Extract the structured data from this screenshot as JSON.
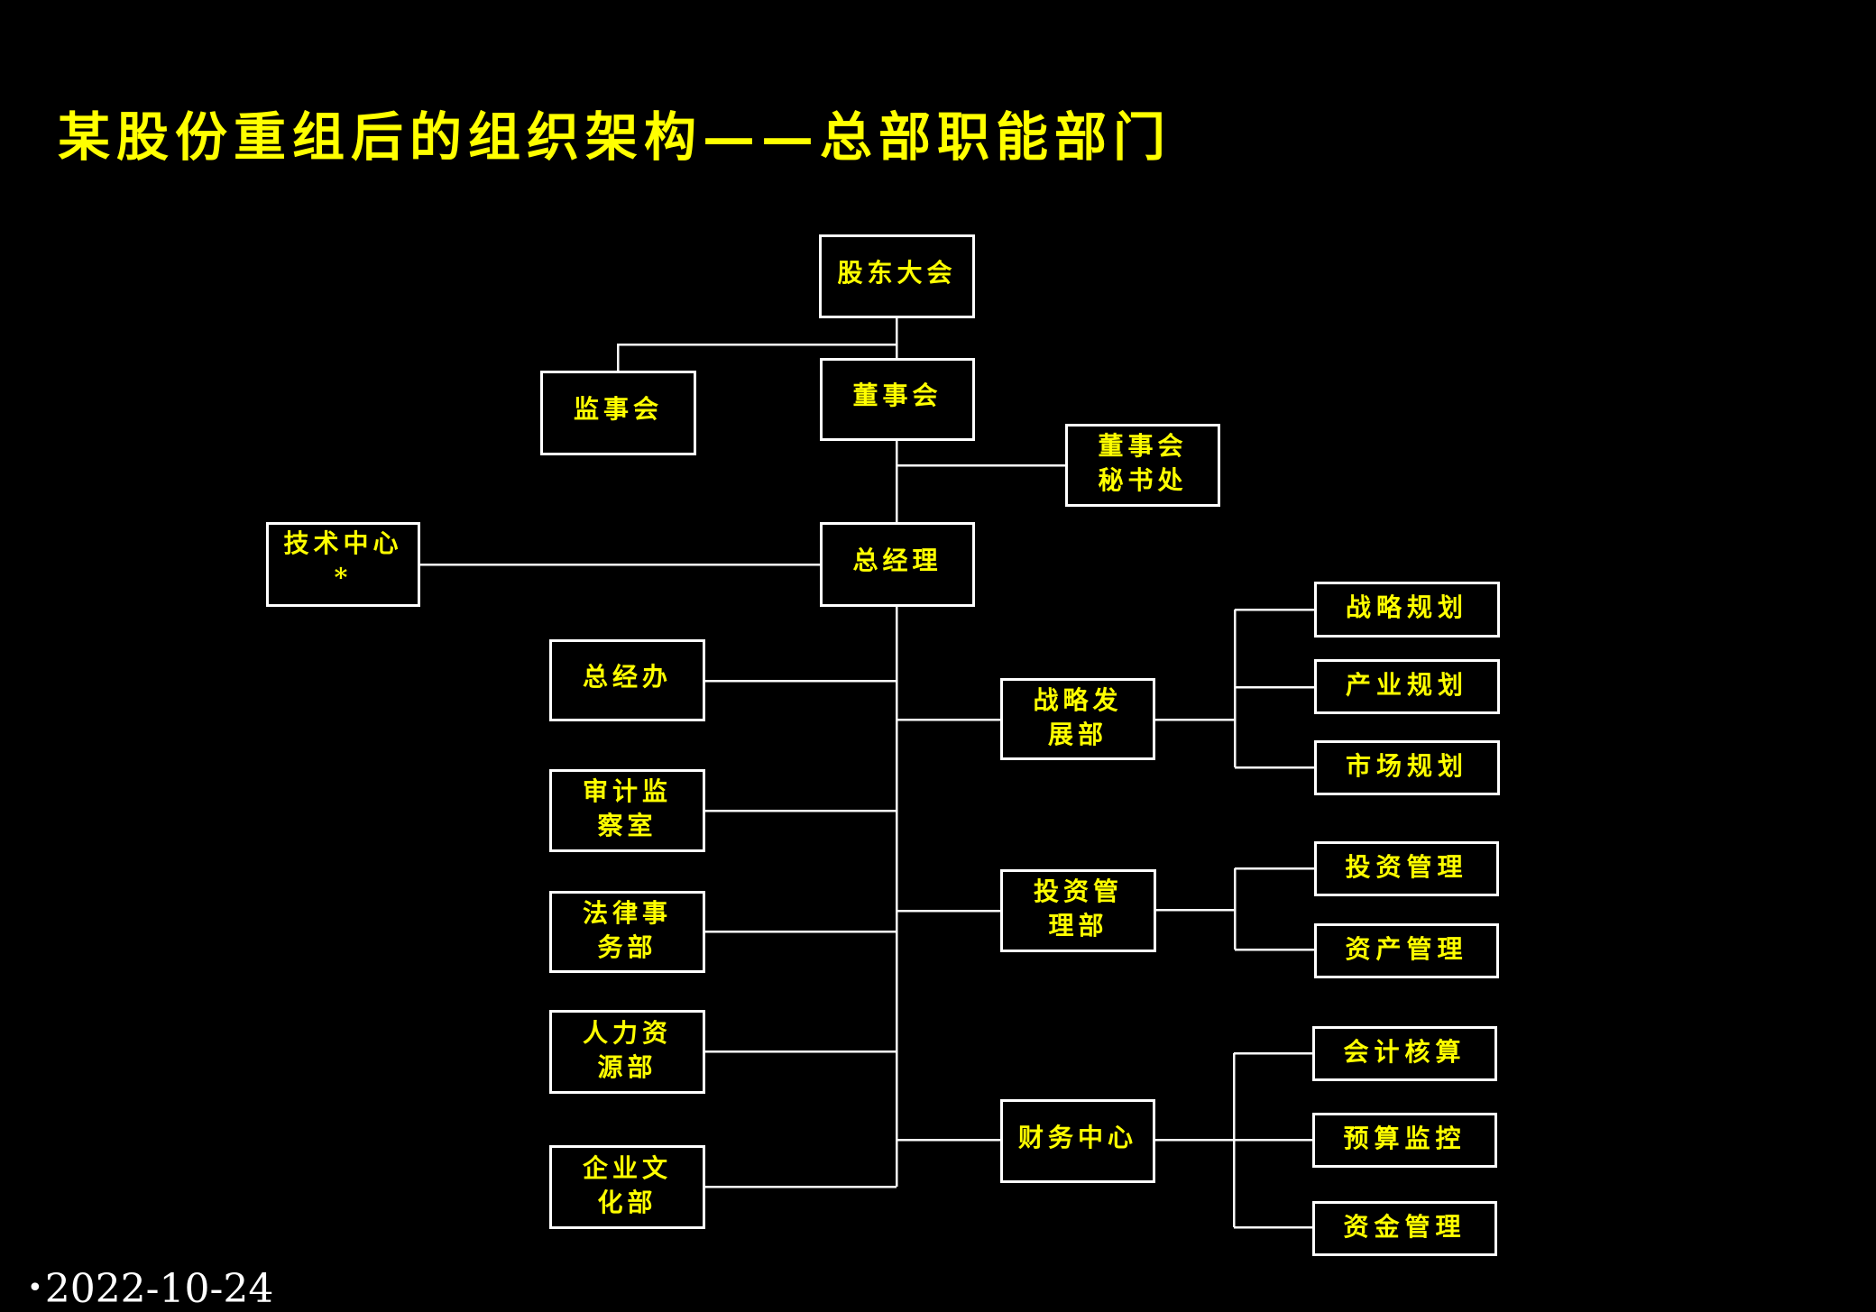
{
  "slide": {
    "title": "某股份重组后的组织架构——总部职能部门",
    "footer_bullet": "•",
    "footer_date": "2022-10-24"
  },
  "colors": {
    "background": "#000000",
    "title": "#FFFF00",
    "box_text": "#FFFF00",
    "box_border": "#FFFFFF",
    "connector": "#FFFFFF",
    "footer_text": "#FFFFFF"
  },
  "org": {
    "shareholders_meeting": "股东大会",
    "supervisory_board": "监事会",
    "board_of_directors": "董事会",
    "board_secretariat": "董事会秘书处",
    "tech_center": "技术中心*",
    "general_manager": "总经理",
    "left_departments": [
      {
        "label": "总经办"
      },
      {
        "label": "审计监察室"
      },
      {
        "label": "法律事务部"
      },
      {
        "label": "人力资源部"
      },
      {
        "label": "企业文化部"
      }
    ],
    "right_departments": [
      {
        "label": "战略发展部",
        "children": [
          {
            "label": "战略规划"
          },
          {
            "label": "产业规划"
          },
          {
            "label": "市场规划"
          }
        ]
      },
      {
        "label": "投资管理部",
        "children": [
          {
            "label": "投资管理"
          },
          {
            "label": "资产管理"
          }
        ]
      },
      {
        "label": "财务中心",
        "children": [
          {
            "label": "会计核算"
          },
          {
            "label": "预算监控"
          },
          {
            "label": "资金管理"
          }
        ]
      }
    ]
  }
}
